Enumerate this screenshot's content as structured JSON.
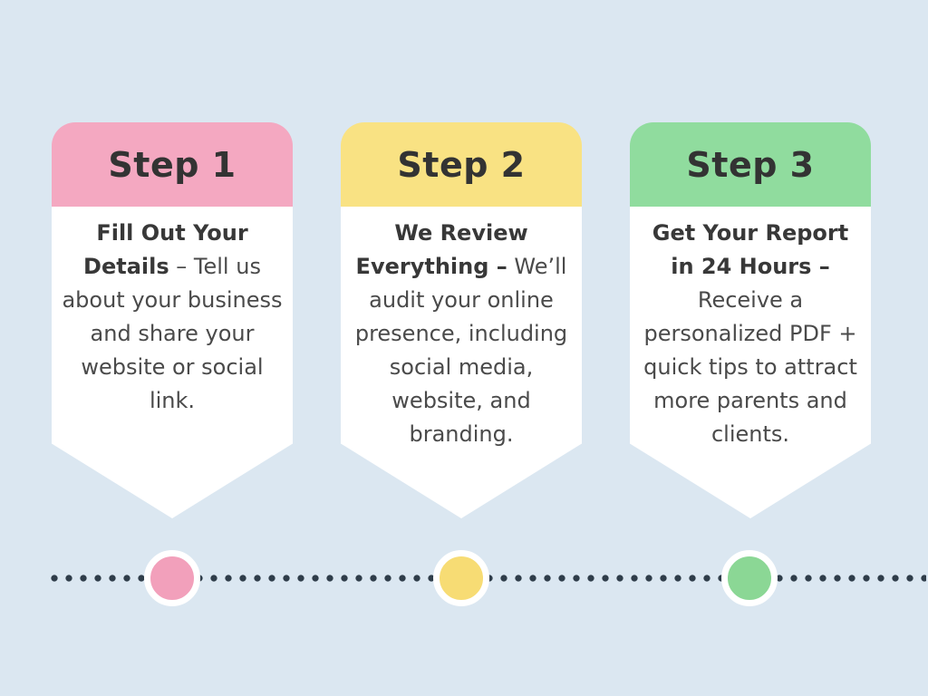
{
  "canvas": {
    "background_color": "#dbe7f1"
  },
  "steps": [
    {
      "header": "Step 1",
      "accent_color": "#f4a8c1",
      "marker_color": "#f2a0bb",
      "lead": "Fill Out Your Details",
      "rest": " – Tell us about your business and share your website or social link."
    },
    {
      "header": "Step 2",
      "accent_color": "#f9e283",
      "marker_color": "#f7dc74",
      "lead": "We Review Everything –",
      "rest": " We’ll audit your online presence, including social media, website, and branding."
    },
    {
      "header": "Step 3",
      "accent_color": "#90dc9e",
      "marker_color": "#8bd795",
      "lead": "Get Your Report in 24 Hours –",
      "rest": " Receive a personalized PDF + quick tips to attract more parents and clients."
    }
  ],
  "timeline": {
    "dot_color": "#2f3d4a"
  }
}
